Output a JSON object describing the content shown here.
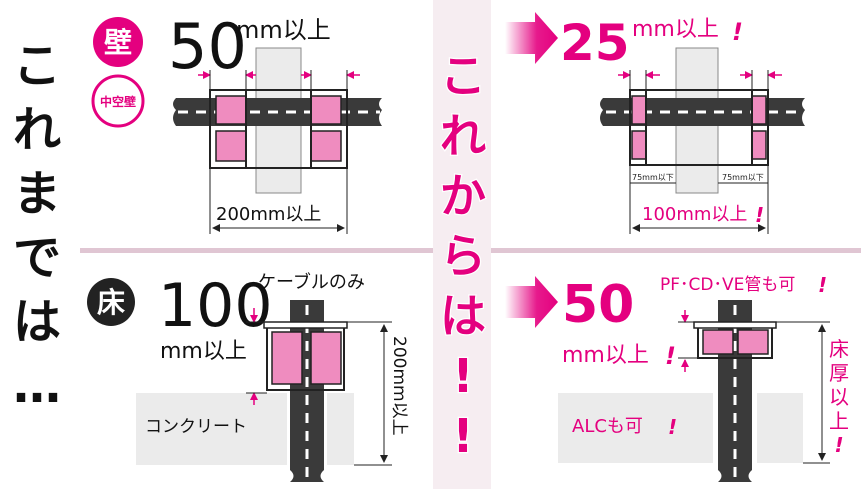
{
  "colors": {
    "pink": "#e4007f",
    "light_pink": "#ef8cbf",
    "cable": "#3a3a3a",
    "wall": "#ebebeb",
    "divider": "#e0c6d3",
    "arrow": "#e4007f"
  },
  "left_banner": "これまでは…",
  "center_banner": "これからは!!",
  "wall": {
    "badge": "壁",
    "sub_badge": "中空壁",
    "before_value": "50",
    "before_unit": "mm以上",
    "before_width": "200mm以上",
    "after_value": "25",
    "after_unit": "mm以上",
    "after_mark": "!",
    "after_width": "100mm以上",
    "after_width_mark": "!",
    "gap_label_left": "75mm以下",
    "gap_label_right": "75mm以下"
  },
  "floor": {
    "badge": "床",
    "before_value": "100",
    "before_unit": "mm以上",
    "cable_only": "ケーブルのみ",
    "before_height": "200mm以上",
    "concrete": "コンクリート",
    "after_value": "50",
    "after_unit": "mm以上",
    "after_mark": "!",
    "pipes_ok": "PF･CD･VE管も可",
    "pipes_mark": "!",
    "alc_ok": "ALCも可",
    "alc_mark": "!",
    "thickness": [
      "床",
      "厚",
      "以",
      "上"
    ],
    "thickness_mark": "!"
  }
}
